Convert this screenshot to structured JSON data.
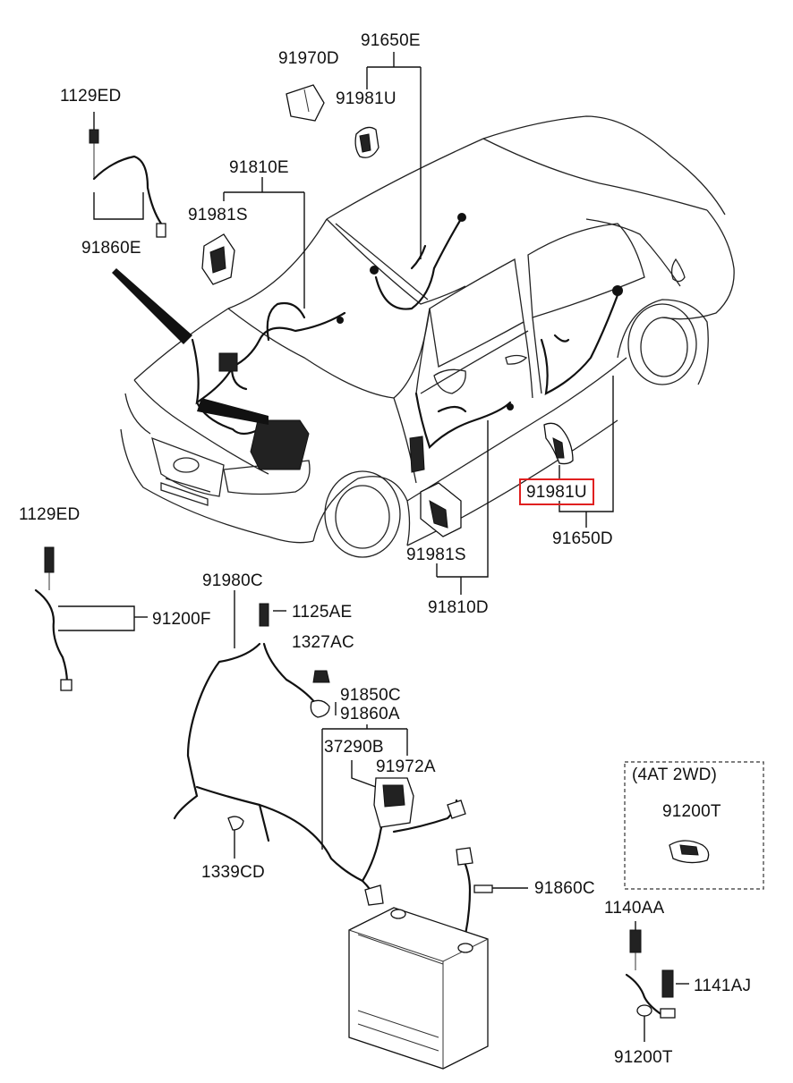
{
  "labels": {
    "l_91650E_top": "91650E",
    "l_91970D": "91970D",
    "l_91981U_top": "91981U",
    "l_1129ED_top": "1129ED",
    "l_91810E": "91810E",
    "l_91981S_top": "91981S",
    "l_91860E": "91860E",
    "l_91981U_hl": "91981U",
    "l_91650D": "91650D",
    "l_91981S_bot": "91981S",
    "l_91810D": "91810D",
    "l_1129ED_left": "1129ED",
    "l_91980C": "91980C",
    "l_1125AE": "1125AE",
    "l_91200F": "91200F",
    "l_1327AC": "1327AC",
    "l_91850C": "91850C",
    "l_91860A": "91860A",
    "l_37290B": "37290B",
    "l_91972A": "91972A",
    "l_4AT2WD": "(4AT 2WD)",
    "l_91200T_box": "91200T",
    "l_1339CD": "1339CD",
    "l_91860C": "91860C",
    "l_1140AA": "1140AA",
    "l_1141AJ": "1141AJ",
    "l_91200T_bot": "91200T"
  },
  "colors": {
    "highlight": "#e02020",
    "line": "#111111"
  }
}
